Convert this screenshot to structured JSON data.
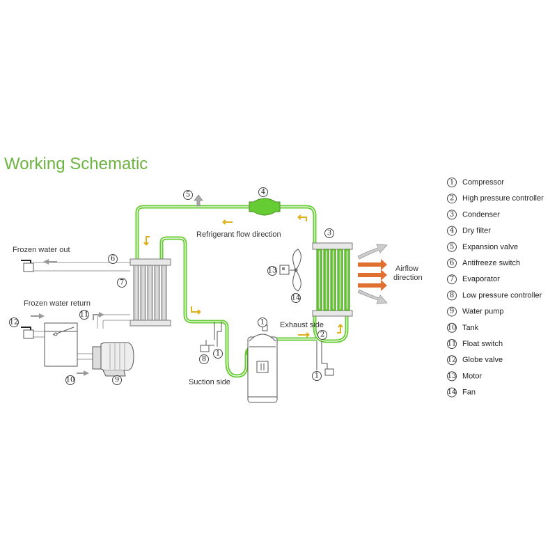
{
  "title": "Working Schematic",
  "colors": {
    "title": "#6cb33f",
    "refrigerant_pipe": "#66cc33",
    "flow_arrow": "#e0b020",
    "airflow_arrow": "#e07030",
    "water_pipe": "#999999",
    "equipment_line": "#555555"
  },
  "labels": {
    "frozen_water_out": "Frozen water out",
    "frozen_water_return": "Frozen water return",
    "refrigerant_flow_direction": "Refrigerant flow direction",
    "airflow_line1": "Airflow",
    "airflow_line2": "direction",
    "exhaust_side": "Exhaust side",
    "suction_side": "Suction side"
  },
  "legend": [
    {
      "num": "1",
      "label": "Compressor"
    },
    {
      "num": "2",
      "label": "High pressure controller"
    },
    {
      "num": "3",
      "label": "Condenser"
    },
    {
      "num": "4",
      "label": "Dry filter"
    },
    {
      "num": "5",
      "label": "Expansion valve"
    },
    {
      "num": "6",
      "label": "Antifreeze switch"
    },
    {
      "num": "7",
      "label": "Evaporator"
    },
    {
      "num": "8",
      "label": "Low pressure controller"
    },
    {
      "num": "9",
      "label": "Water pump"
    },
    {
      "num": "10",
      "label": "Tank"
    },
    {
      "num": "11",
      "label": "Float switch"
    },
    {
      "num": "12",
      "label": "Globe valve"
    },
    {
      "num": "13",
      "label": "Motor"
    },
    {
      "num": "14",
      "label": "Fan"
    }
  ],
  "callouts": {
    "compressor": "1",
    "high_pressure_controller": "2",
    "condenser": "3",
    "dry_filter": "4",
    "expansion_valve": "5",
    "antifreeze_switch": "6",
    "evaporator": "7",
    "low_pressure_controller": "8",
    "water_pump": "9",
    "tank": "10",
    "float_switch": "11",
    "globe_valve": "12",
    "motor": "13",
    "fan": "14",
    "gauge_left": "1",
    "gauge_right": "1"
  }
}
